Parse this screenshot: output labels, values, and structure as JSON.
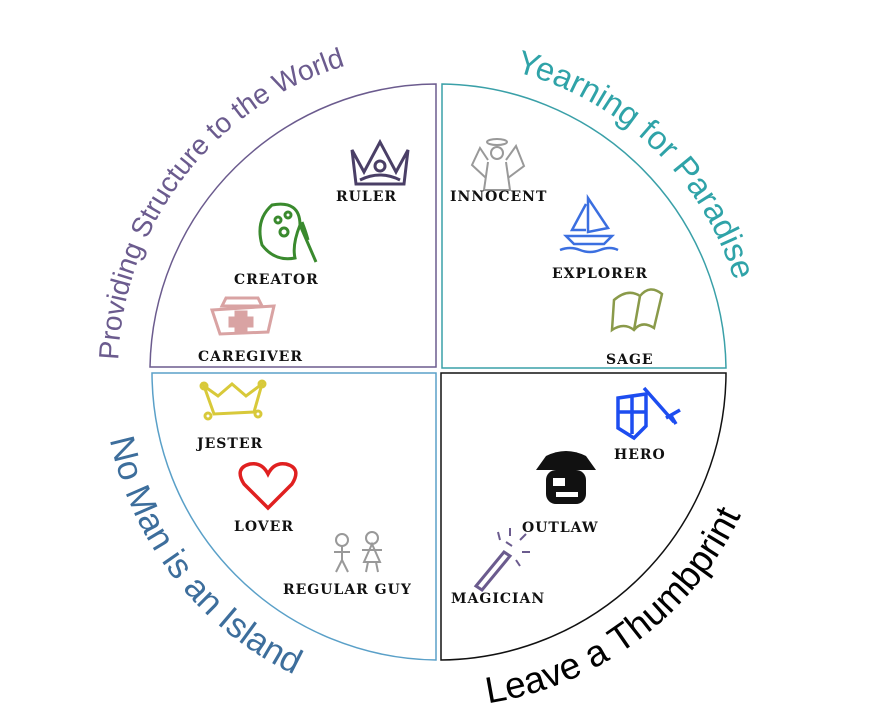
{
  "quadrants": {
    "top_left": {
      "title": "Providing Structure to the World",
      "color": "#6b5b8e",
      "archetypes": [
        "RULER",
        "CREATOR",
        "CAREGIVER"
      ]
    },
    "top_right": {
      "title": "Yearning for Paradise",
      "color": "#2fa3a8",
      "archetypes": [
        "INNOCENT",
        "EXPLORER",
        "SAGE"
      ]
    },
    "bottom_left": {
      "title": "No Man is an Island",
      "color": "#3d6e9c",
      "archetypes": [
        "JESTER",
        "LOVER",
        "REGULAR GUY"
      ]
    },
    "bottom_right": {
      "title": "Leave a Thumbprint",
      "color": "#000000",
      "archetypes": [
        "HERO",
        "OUTLAW",
        "MAGICIAN"
      ]
    }
  }
}
